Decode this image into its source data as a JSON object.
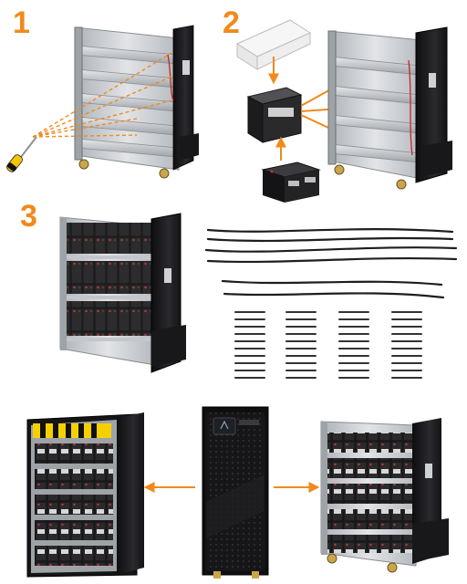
{
  "steps": [
    {
      "number": "1"
    },
    {
      "number": "2"
    },
    {
      "number": "3"
    }
  ],
  "colors": {
    "accent": "#f08a1c",
    "cabinet_dark": "#1c1c1e",
    "steel": "#c9ccd0",
    "battery": "#2a2a2c",
    "cable": "#222222",
    "warning_yellow": "#f5d000"
  },
  "icons": [
    "screwdriver-icon",
    "battery-tray-icon",
    "battery-icon",
    "cable-icon",
    "arrow-icon"
  ]
}
